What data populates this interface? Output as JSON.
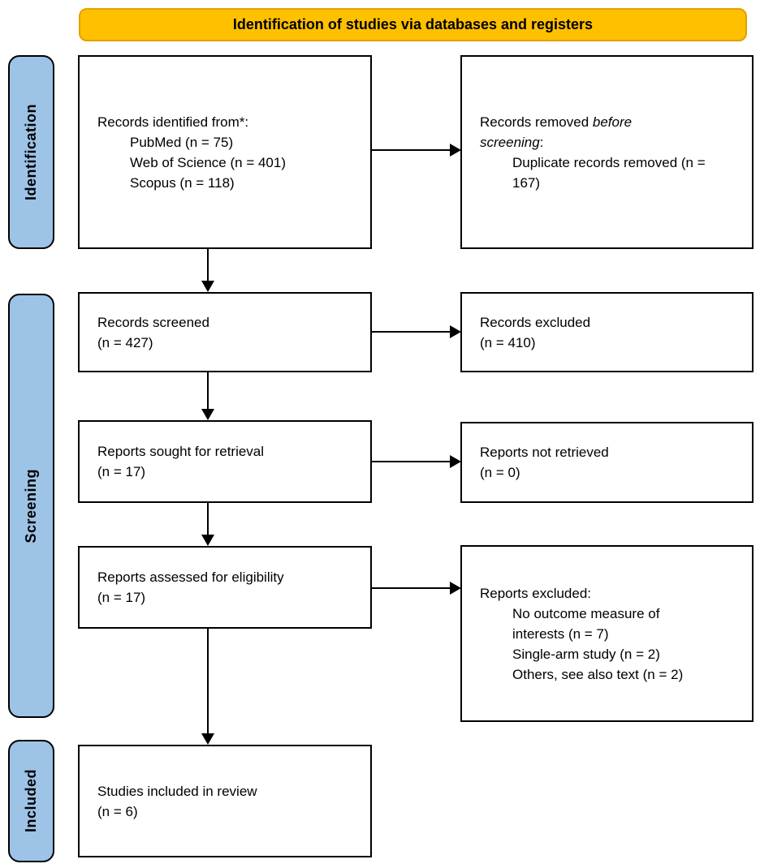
{
  "banner": {
    "title": "Identification of studies via databases and registers"
  },
  "sidebar": {
    "identification": "Identification",
    "screening": "Screening",
    "included": "Included"
  },
  "boxes": {
    "identified": {
      "title": "Records identified from*:",
      "items": [
        "PubMed (n = 75)",
        "Web of Science (n = 401)",
        "Scopus (n = 118)"
      ]
    },
    "removed": {
      "title_normal": "Records removed ",
      "title_italic": "before screening",
      "title_suffix": ":",
      "items": [
        "Duplicate records removed (n = 167)"
      ]
    },
    "screened": {
      "lines": [
        "Records screened",
        "(n = 427)"
      ]
    },
    "excluded": {
      "lines": [
        "Records excluded",
        "(n = 410)"
      ]
    },
    "sought": {
      "lines": [
        "Reports sought for retrieval",
        "(n = 17)"
      ]
    },
    "not_retrieved": {
      "lines": [
        "Reports not retrieved",
        "(n = 0)"
      ]
    },
    "assessed": {
      "lines": [
        "Reports assessed for eligibility",
        "(n = 17)"
      ]
    },
    "reports_excluded": {
      "title": "Reports excluded:",
      "items": [
        "No outcome measure of interests (n = 7)",
        "Single-arm study (n = 2)",
        "Others, see also text (n = 2)"
      ]
    },
    "included_studies": {
      "lines": [
        "Studies included in review",
        "(n = 6)"
      ]
    }
  },
  "colors": {
    "banner_fill": "#FFC000",
    "banner_border": "#DFA000",
    "sidebar_fill": "#9DC3E6",
    "box_border": "#000000"
  }
}
